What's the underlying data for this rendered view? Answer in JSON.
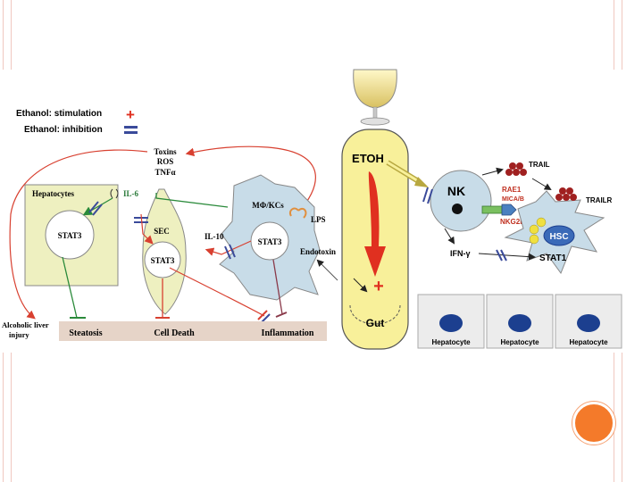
{
  "legend": {
    "stimulation": "Ethanol: stimulation",
    "stimulation_symbol": "+",
    "inhibition": "Ethanol: inhibition"
  },
  "left_panel": {
    "toxins_lines": [
      "Toxins",
      "ROS",
      "TNFα"
    ],
    "hepatocytes": "Hepatocytes",
    "il6": "IL-6",
    "stat3_hep": "STAT3",
    "sec": "SEC",
    "stat3_sec": "STAT3",
    "macrophage": "MΦ/KCs",
    "lps": "LPS",
    "il10": "IL-10",
    "stat3_mac": "STAT3",
    "endotoxin": "Endotoxin",
    "alcoholic_injury_lines": [
      "Alcoholic liver",
      "injury"
    ],
    "outcomes": [
      "Steatosis",
      "Cell Death",
      "Inflammation"
    ]
  },
  "middle_panel": {
    "etoh": "ETOH",
    "plus": "+",
    "gut": "Gut"
  },
  "right_panel": {
    "nk": "NK",
    "trail": "TRAIL",
    "rae1": "RAE1",
    "mica": "MICA/B",
    "nkg2d": "NKG2D",
    "trailr": "TRAILR",
    "hsc": "HSC",
    "ifn": "IFN-γ",
    "stat1": "STAT1",
    "hepatocytes": [
      "Hepatocyte",
      "Hepatocyte",
      "Hepatocyte"
    ]
  },
  "colors": {
    "stimulation": "#e03020",
    "inhibition": "#3a4a9a",
    "hepatocyte_fill": "#eef0c0",
    "macrophage_fill": "#c8dce8",
    "etoh_fill": "#f8f09a",
    "slide_accent": "#f47a2a",
    "nucleus": "#1c3f8f"
  }
}
